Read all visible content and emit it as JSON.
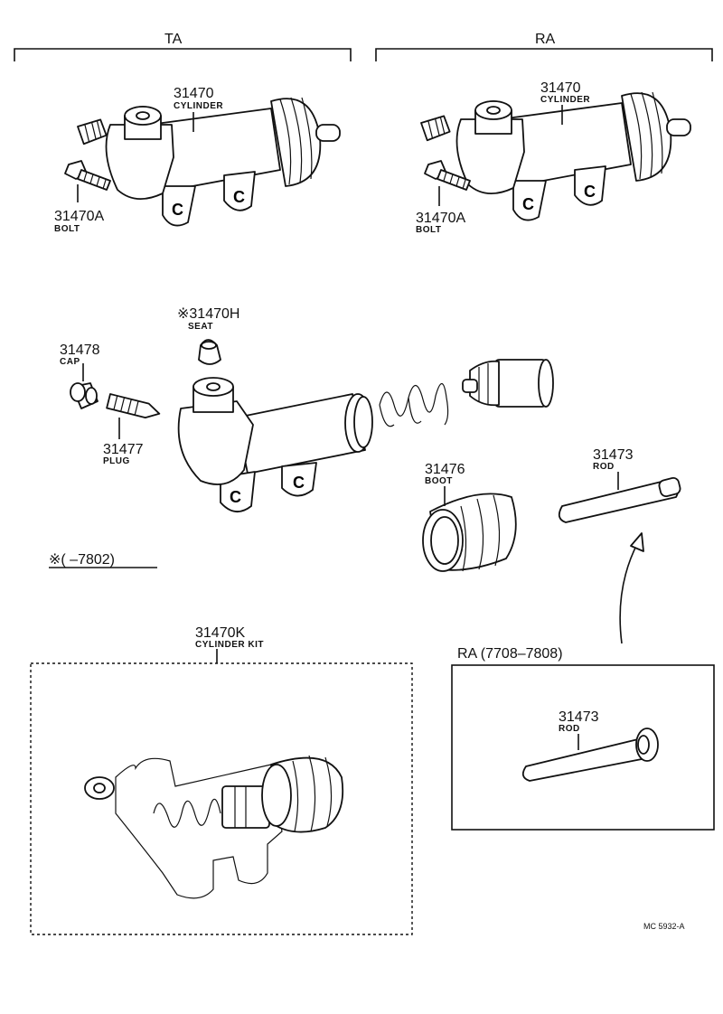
{
  "headers": {
    "ta": "TA",
    "ra": "RA",
    "ra_range": "RA (7708–7808)"
  },
  "parts": {
    "cyl_ta_num": "31470",
    "cyl_ta_name": "CYLINDER",
    "bolt_ta_num": "31470A",
    "bolt_ta_name": "BOLT",
    "cyl_ra_num": "31470",
    "cyl_ra_name": "CYLINDER",
    "bolt_ra_num": "31470A",
    "bolt_ra_name": "BOLT",
    "seat_num": "※31470H",
    "seat_name": "SEAT",
    "cap_num": "31478",
    "cap_name": "CAP",
    "plug_num": "31477",
    "plug_name": "PLUG",
    "boot_num": "31476",
    "boot_name": "BOOT",
    "rod_num": "31473",
    "rod_name": "ROD",
    "kit_num": "31470K",
    "kit_name": "CYLINDER KIT",
    "rod_ra_num": "31473",
    "rod_ra_name": "ROD"
  },
  "footnote": "※(      –7802)",
  "catalog_code": "MC  5932-A"
}
